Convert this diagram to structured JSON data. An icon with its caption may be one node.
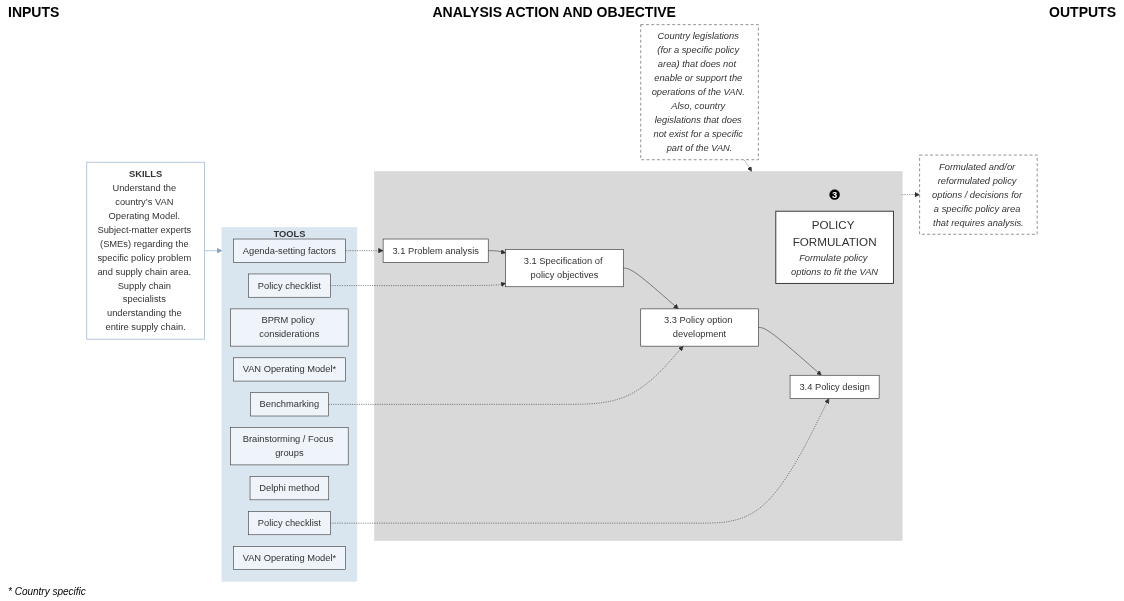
{
  "diagram": {
    "nodes": [
      {
        "text": [
          "Country legislations (for a specific policy area) that does not  enable or support the operations of the VAN. Also, country legislations that does not exist for a specific part of the VAN."
        ]
      },
      {
        "text": [],
        "shape": "box"
      },
      {
        "text": [
          "3"
        ],
        "in": 1
      },
      {
        "text": [
          "POLICY FORMULATION",
          "Formulate policy options to fit the VAN"
        ],
        "in": 1
      },
      {
        "text": [
          "3.1 Problem analysis"
        ],
        "in": 1
      },
      {
        "text": [
          "3.1 Specification of policy objectives"
        ],
        "in": 1
      },
      {
        "text": [
          "3.3 Policy option development"
        ],
        "in": 1
      },
      {
        "text": [
          "3.4 Policy design"
        ],
        "in": 1
      },
      {
        "text": [
          "Formulated and/or reformulated policy options / decisions for a specific policy area that requires analysis."
        ]
      },
      {
        "text": [
          "SKILLS",
          "Understand the country’s VAN Operating Model. Subject-matter experts (SMEs) regarding the specific policy problem and supply chain area. Supply chain specialists understanding the entire supply chain."
        ]
      },
      {
        "text": [
          "TOOLS"
        ]
      },
      {
        "text": [
          "Agenda-setting factors"
        ],
        "in": 10
      },
      {
        "text": [
          "Policy checklist"
        ],
        "in": 10
      },
      {
        "text": [
          "BPRM policy considerations"
        ],
        "in": 10
      },
      {
        "text": [
          "VAN Operating Model*"
        ],
        "in": 10
      },
      {
        "text": [
          "Benchmarking"
        ],
        "in": 10
      },
      {
        "text": [
          "Brainstorming / Focus groups"
        ],
        "in": 10
      },
      {
        "text": [
          "Delphi method"
        ],
        "in": 10
      },
      {
        "text": [
          "Policy checklist"
        ],
        "in": 10
      },
      {
        "text": [
          "VAN Operating Model*"
        ],
        "in": 10
      }
    ],
    "edges": [
      {
        "from": 0,
        "to": 1,
        "arrow": "to",
        "style": "dashed"
      },
      {
        "from": 1,
        "to": 8,
        "arrow": "to",
        "style": "dashed"
      },
      {
        "from": 4,
        "to": 5,
        "arrow": "to"
      },
      {
        "from": 5,
        "to": 6,
        "arrow": "to"
      },
      {
        "from": 6,
        "to": 7,
        "arrow": "to"
      },
      {
        "from": 11,
        "to": 4,
        "arrow": "to",
        "style": "dashed"
      },
      {
        "from": 12,
        "to": 5,
        "arrow": "to",
        "style": "dashed"
      },
      {
        "from": 15,
        "to": 6,
        "arrow": "to",
        "style": "dashed"
      },
      {
        "from": 18,
        "to": 7,
        "arrow": "to",
        "style": "dashed"
      },
      {
        "from": 9,
        "to": 10,
        "arrow": "to",
        "color": "#7f9fc0"
      }
    ],
    "labels": [
      "INPUTS",
      "ANALYSIS ACTION AND OBJECTIVE",
      "OUTPUTS",
      "* Country specific"
    ]
  }
}
